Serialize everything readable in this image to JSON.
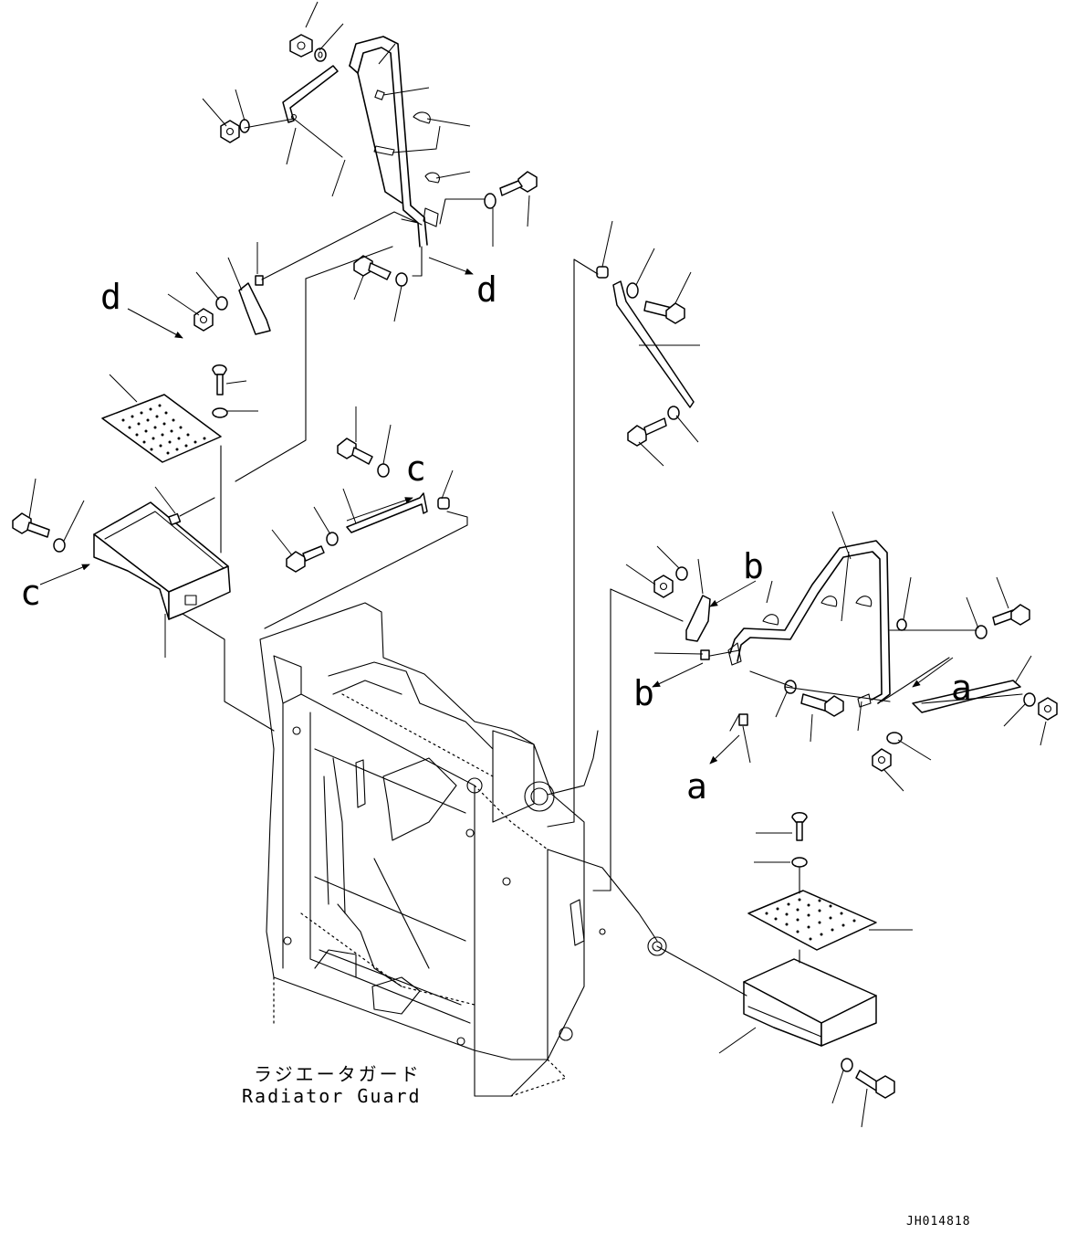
{
  "diagram": {
    "callouts": {
      "a": "a",
      "b": "b",
      "c": "c",
      "d": "d"
    },
    "caption_jp": "ラジエータガード",
    "caption_en": "Radiator Guard",
    "drawing_code": "JH014818"
  }
}
